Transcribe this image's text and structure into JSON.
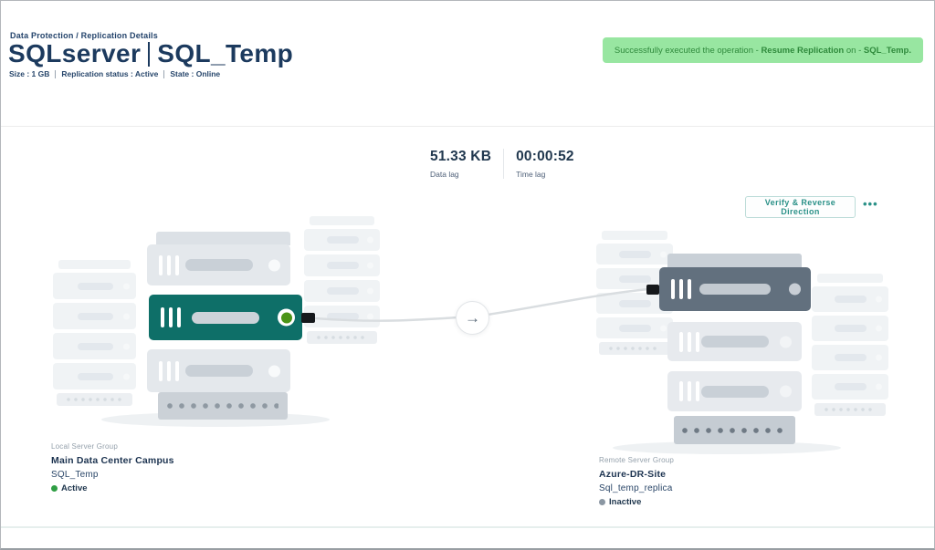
{
  "breadcrumb": {
    "section": "Data Protection",
    "separator": " / ",
    "page": "Replication Details"
  },
  "header": {
    "title_primary": "SQLserver",
    "title_secondary": "SQL_Temp",
    "meta": [
      "Size : 1 GB",
      "Replication status : Active",
      "State : Online"
    ]
  },
  "toast": {
    "text_prefix": "Successfully executed the operation - ",
    "operation": "Resume Replication",
    "text_middle": " on - ",
    "target": "SQL_Temp.",
    "bg_color": "#98e6a1",
    "text_color": "#2f8a3c"
  },
  "stats": {
    "data_lag": {
      "value": "51.33 KB",
      "label": "Data lag"
    },
    "time_lag": {
      "value": "00:00:52",
      "label": "Time lag"
    }
  },
  "actions": {
    "verify_button_label": "Verify & Reverse Direction",
    "more_menu_label": "•••",
    "accent_color": "#2b9188"
  },
  "local_group": {
    "label": "Local Server Group",
    "name": "Main Data Center Campus",
    "instance": "SQL_Temp",
    "status": "Active",
    "status_color": "#2f9e44"
  },
  "remote_group": {
    "label": "Remote Server Group",
    "name": "Azure-DR-Site",
    "instance": "Sql_temp_replica",
    "status": "Inactive",
    "status_color": "#8b97a3"
  },
  "diagram": {
    "direction_arrow": "→",
    "source_server_color": "#0e6f68",
    "target_server_color": "#62707e",
    "led_color": "#4a9417"
  }
}
